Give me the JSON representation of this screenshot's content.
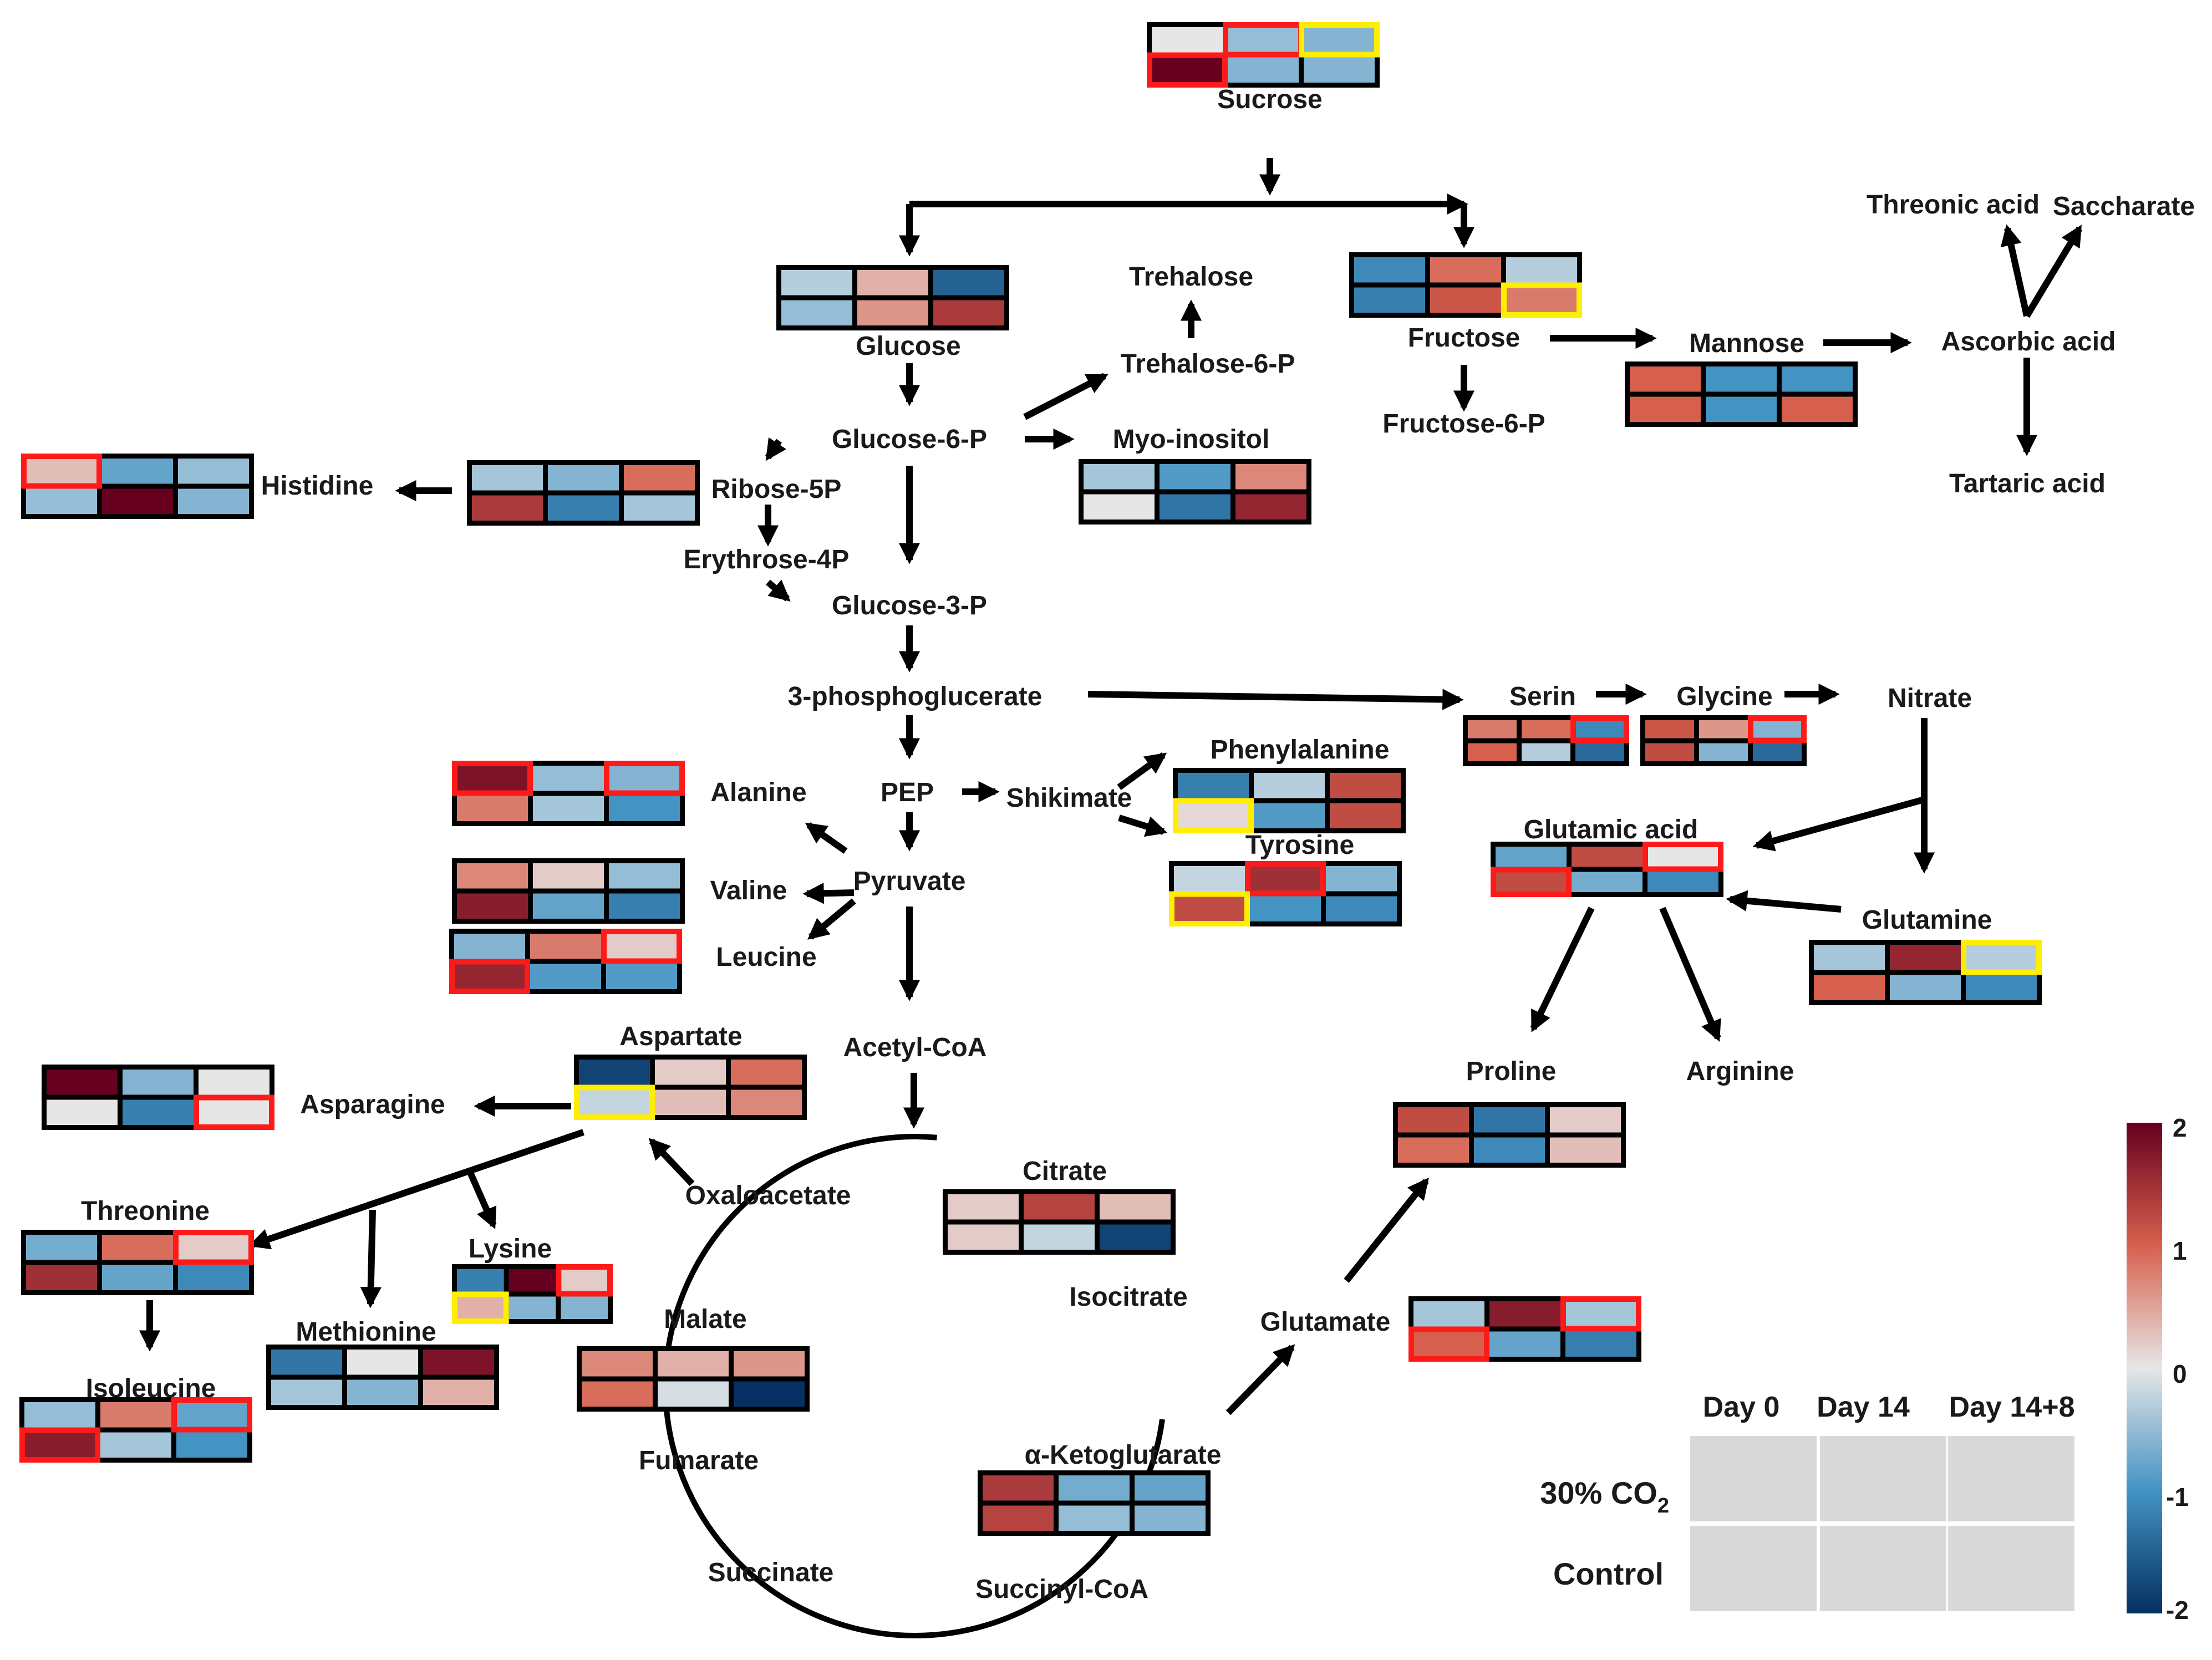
{
  "colorscale": {
    "ticks": [
      "2",
      "1",
      "0",
      "-1",
      "-2"
    ],
    "stops": [
      "#67001f",
      "#d6604d",
      "#e6e6e6",
      "#4393c3",
      "#053061"
    ]
  },
  "legend": {
    "columns": [
      "Day 0",
      "Day 14",
      "Day 14+8"
    ],
    "row1_prefix": "30% CO",
    "row1_sub": "2",
    "row2": "Control",
    "cell_fill": "#d9d9d9"
  },
  "highlight_colors": {
    "red": "#ff1a1a",
    "yellow": "#ffee00"
  },
  "labels": [
    {
      "id": "sucrose",
      "text": "Sucrose"
    },
    {
      "id": "glucose",
      "text": "Glucose"
    },
    {
      "id": "fructose",
      "text": "Fructose"
    },
    {
      "id": "trehalose",
      "text": "Trehalose"
    },
    {
      "id": "trehalose6p",
      "text": "Trehalose-6-P"
    },
    {
      "id": "threonic",
      "text": "Threonic acid"
    },
    {
      "id": "saccharate",
      "text": "Saccharate"
    },
    {
      "id": "ascorbic",
      "text": "Ascorbic acid"
    },
    {
      "id": "tartaric",
      "text": "Tartaric acid"
    },
    {
      "id": "mannose",
      "text": "Mannose"
    },
    {
      "id": "fructose6p",
      "text": "Fructose-6-P"
    },
    {
      "id": "glucose6p",
      "text": "Glucose-6-P"
    },
    {
      "id": "myoinositol",
      "text": "Myo-inositol"
    },
    {
      "id": "histidine",
      "text": "Histidine"
    },
    {
      "id": "ribose5p",
      "text": "Ribose-5P"
    },
    {
      "id": "erythrose4p",
      "text": "Erythrose-4P"
    },
    {
      "id": "glucose3p",
      "text": "Glucose-3-P"
    },
    {
      "id": "phosphoglycerate",
      "text": "3-phosphoglucerate"
    },
    {
      "id": "serin",
      "text": "Serin"
    },
    {
      "id": "glycine",
      "text": "Glycine"
    },
    {
      "id": "nitrate",
      "text": "Nitrate"
    },
    {
      "id": "alanine",
      "text": "Alanine"
    },
    {
      "id": "pep",
      "text": "PEP"
    },
    {
      "id": "shikimate",
      "text": "Shikimate"
    },
    {
      "id": "phenylalanine",
      "text": "Phenylalanine"
    },
    {
      "id": "tyrosine",
      "text": "Tyrosine"
    },
    {
      "id": "glutamic",
      "text": "Glutamic acid"
    },
    {
      "id": "valine",
      "text": "Valine"
    },
    {
      "id": "pyruvate",
      "text": "Pyruvate"
    },
    {
      "id": "leucine",
      "text": "Leucine"
    },
    {
      "id": "glutamine",
      "text": "Glutamine"
    },
    {
      "id": "aspartate",
      "text": "Aspartate"
    },
    {
      "id": "acetylcoa",
      "text": "Acetyl-CoA"
    },
    {
      "id": "proline",
      "text": "Proline"
    },
    {
      "id": "arginine",
      "text": "Arginine"
    },
    {
      "id": "asparagine",
      "text": "Asparagine"
    },
    {
      "id": "citrate",
      "text": "Citrate"
    },
    {
      "id": "oxaloacetate",
      "text": "Oxaloacetate"
    },
    {
      "id": "threonine",
      "text": "Threonine"
    },
    {
      "id": "lysine",
      "text": "Lysine"
    },
    {
      "id": "isocitrate",
      "text": "Isocitrate"
    },
    {
      "id": "methionine",
      "text": "Methionine"
    },
    {
      "id": "malate",
      "text": "Malate"
    },
    {
      "id": "glutamate",
      "text": "Glutamate"
    },
    {
      "id": "isoleucine",
      "text": "Isoleucine"
    },
    {
      "id": "ketoglutarate",
      "text": "α-Ketoglutarate"
    },
    {
      "id": "fumarate",
      "text": "Fumarate"
    },
    {
      "id": "succinate",
      "text": "Succinate"
    },
    {
      "id": "succinylcoa",
      "text": "Succinyl-CoA"
    }
  ],
  "heatmaps": [
    {
      "id": "sucrose",
      "values": [
        [
          0,
          -0.5,
          -0.6
        ],
        [
          2.0,
          -0.6,
          -0.6
        ]
      ],
      "highlights": [
        [
          null,
          "red",
          "yellow"
        ],
        [
          "red",
          null,
          null
        ]
      ]
    },
    {
      "id": "glucose",
      "values": [
        [
          -0.3,
          0.4,
          -1.5
        ],
        [
          -0.5,
          0.6,
          1.4
        ]
      ],
      "highlights": [
        [
          null,
          null,
          null
        ],
        [
          null,
          null,
          null
        ]
      ]
    },
    {
      "id": "fructose",
      "values": [
        [
          -1.1,
          0.9,
          -0.3
        ],
        [
          -1.2,
          1.1,
          0.8
        ]
      ],
      "highlights": [
        [
          null,
          null,
          null
        ],
        [
          null,
          null,
          "yellow"
        ]
      ]
    },
    {
      "id": "mannose",
      "values": [
        [
          1.0,
          -1.0,
          -1.0
        ],
        [
          1.0,
          -1.0,
          1.0
        ]
      ],
      "highlights": [
        [
          null,
          null,
          null
        ],
        [
          null,
          null,
          null
        ]
      ]
    },
    {
      "id": "histidine",
      "values": [
        [
          0.3,
          -0.8,
          -0.5
        ],
        [
          -0.5,
          2.0,
          -0.6
        ]
      ],
      "highlights": [
        [
          "red",
          null,
          null
        ],
        [
          null,
          null,
          null
        ]
      ]
    },
    {
      "id": "ribose5p",
      "values": [
        [
          -0.4,
          -0.6,
          0.9
        ],
        [
          1.4,
          -1.2,
          -0.4
        ]
      ],
      "highlights": [
        [
          null,
          null,
          null
        ],
        [
          null,
          null,
          null
        ]
      ]
    },
    {
      "id": "myoinositol",
      "values": [
        [
          -0.4,
          -0.9,
          0.7
        ],
        [
          0,
          -1.3,
          1.6
        ]
      ],
      "highlights": [
        [
          null,
          null,
          null
        ],
        [
          null,
          null,
          null
        ]
      ]
    },
    {
      "id": "serin",
      "values": [
        [
          0.8,
          0.9,
          -1.1
        ],
        [
          1.0,
          -0.3,
          -1.4
        ]
      ],
      "highlights": [
        [
          null,
          null,
          "red"
        ],
        [
          null,
          null,
          null
        ]
      ]
    },
    {
      "id": "glycine",
      "values": [
        [
          1.1,
          0.6,
          -0.6
        ],
        [
          1.2,
          -0.6,
          -1.4
        ]
      ],
      "highlights": [
        [
          null,
          null,
          "red"
        ],
        [
          null,
          null,
          null
        ]
      ]
    },
    {
      "id": "alanine",
      "values": [
        [
          1.8,
          -0.5,
          -0.6
        ],
        [
          0.8,
          -0.4,
          -1.0
        ]
      ],
      "highlights": [
        [
          "red",
          null,
          "red"
        ],
        [
          null,
          null,
          null
        ]
      ]
    },
    {
      "id": "phenylalanine",
      "values": [
        [
          -1.2,
          -0.3,
          1.2
        ],
        [
          0.1,
          -0.9,
          1.2
        ]
      ],
      "highlights": [
        [
          null,
          null,
          null
        ],
        [
          "yellow",
          null,
          null
        ]
      ]
    },
    {
      "id": "tyrosine",
      "values": [
        [
          -0.2,
          1.5,
          -0.6
        ],
        [
          1.2,
          -1.0,
          -1.1
        ]
      ],
      "highlights": [
        [
          null,
          "red",
          null
        ],
        [
          "yellow",
          null,
          null
        ]
      ]
    },
    {
      "id": "glutamic",
      "values": [
        [
          -0.8,
          1.2,
          0
        ],
        [
          1.2,
          -0.7,
          -1.1
        ]
      ],
      "highlights": [
        [
          null,
          null,
          "red"
        ],
        [
          "red",
          null,
          null
        ]
      ]
    },
    {
      "id": "valine",
      "values": [
        [
          0.7,
          0.2,
          -0.5
        ],
        [
          1.7,
          -0.8,
          -1.2
        ]
      ],
      "highlights": [
        [
          null,
          null,
          null
        ],
        [
          null,
          null,
          null
        ]
      ]
    },
    {
      "id": "leucine",
      "values": [
        [
          -0.6,
          0.8,
          0.2
        ],
        [
          1.6,
          -0.9,
          -0.9
        ]
      ],
      "highlights": [
        [
          null,
          null,
          "red"
        ],
        [
          "red",
          null,
          null
        ]
      ]
    },
    {
      "id": "glutamine",
      "values": [
        [
          -0.4,
          1.6,
          -0.3
        ],
        [
          1.0,
          -0.6,
          -1.1
        ]
      ],
      "highlights": [
        [
          null,
          null,
          "yellow"
        ],
        [
          null,
          null,
          null
        ]
      ]
    },
    {
      "id": "aspartate",
      "values": [
        [
          -1.8,
          0.2,
          0.9
        ],
        [
          -0.2,
          0.3,
          0.7
        ]
      ],
      "highlights": [
        [
          null,
          null,
          null
        ],
        [
          "yellow",
          null,
          null
        ]
      ]
    },
    {
      "id": "asparagine",
      "values": [
        [
          2.0,
          -0.6,
          0
        ],
        [
          0,
          -1.2,
          0
        ]
      ],
      "highlights": [
        [
          null,
          null,
          null
        ],
        [
          null,
          null,
          "red"
        ]
      ]
    },
    {
      "id": "proline",
      "values": [
        [
          1.2,
          -1.3,
          0.2
        ],
        [
          0.9,
          -1.1,
          0.3
        ]
      ],
      "highlights": [
        [
          null,
          null,
          null
        ],
        [
          null,
          null,
          null
        ]
      ]
    },
    {
      "id": "citrate",
      "values": [
        [
          0.2,
          1.3,
          0.3
        ],
        [
          0.2,
          -0.2,
          -1.8
        ]
      ],
      "highlights": [
        [
          null,
          null,
          null
        ],
        [
          null,
          null,
          null
        ]
      ]
    },
    {
      "id": "threonine",
      "values": [
        [
          -0.7,
          0.9,
          0.2
        ],
        [
          1.5,
          -0.8,
          -1.1
        ]
      ],
      "highlights": [
        [
          null,
          null,
          "red"
        ],
        [
          null,
          null,
          null
        ]
      ]
    },
    {
      "id": "lysine",
      "values": [
        [
          -1.2,
          2.0,
          0.2
        ],
        [
          0.4,
          -0.6,
          -0.6
        ]
      ],
      "highlights": [
        [
          null,
          null,
          "red"
        ],
        [
          "yellow",
          null,
          null
        ]
      ]
    },
    {
      "id": "methionine",
      "values": [
        [
          -1.3,
          0,
          1.8
        ],
        [
          -0.4,
          -0.6,
          0.4
        ]
      ],
      "highlights": [
        [
          null,
          null,
          null
        ],
        [
          null,
          null,
          null
        ]
      ]
    },
    {
      "id": "malate",
      "values": [
        [
          0.7,
          0.4,
          0.6
        ],
        [
          0.9,
          -0.1,
          -2.0
        ]
      ],
      "highlights": [
        [
          null,
          null,
          null
        ],
        [
          null,
          null,
          null
        ]
      ]
    },
    {
      "id": "glutamate",
      "values": [
        [
          -0.4,
          1.7,
          -0.4
        ],
        [
          1.0,
          -0.8,
          -1.2
        ]
      ],
      "highlights": [
        [
          null,
          null,
          "red"
        ],
        [
          "red",
          null,
          null
        ]
      ]
    },
    {
      "id": "isoleucine",
      "values": [
        [
          -0.5,
          0.8,
          -0.8
        ],
        [
          1.7,
          -0.4,
          -1.0
        ]
      ],
      "highlights": [
        [
          null,
          null,
          "red"
        ],
        [
          "red",
          null,
          null
        ]
      ]
    },
    {
      "id": "ketoglutarate",
      "values": [
        [
          1.4,
          -0.7,
          -0.8
        ],
        [
          1.3,
          -0.5,
          -0.6
        ]
      ],
      "highlights": [
        [
          null,
          null,
          null
        ],
        [
          null,
          null,
          null
        ]
      ]
    }
  ]
}
